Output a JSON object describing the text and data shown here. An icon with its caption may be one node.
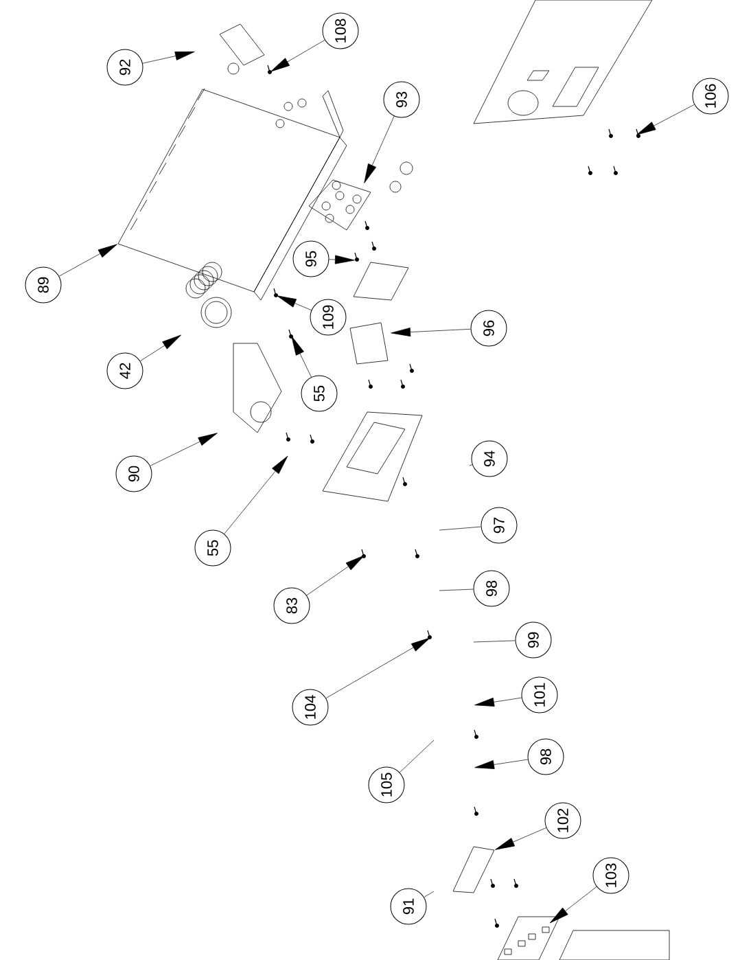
{
  "diagram": {
    "nodes": [
      {
        "text": [
          "92"
        ]
      },
      {
        "text": [
          "108"
        ]
      },
      {
        "text": [
          "89"
        ]
      },
      {
        "text": [
          "93"
        ]
      },
      {
        "text": [
          "95"
        ]
      },
      {
        "text": [
          "109"
        ]
      },
      {
        "text": [
          "42"
        ]
      },
      {
        "text": [
          "55"
        ]
      },
      {
        "text": [
          "90"
        ]
      },
      {
        "text": [
          "55"
        ]
      },
      {
        "text": [
          "83"
        ]
      },
      {
        "text": [
          "104"
        ]
      },
      {
        "text": [
          "105"
        ]
      },
      {
        "text": [
          "91"
        ]
      },
      {
        "text": [
          "103"
        ]
      },
      {
        "text": [
          "106"
        ]
      },
      {
        "text": [
          "96"
        ]
      },
      {
        "text": [
          "94"
        ]
      },
      {
        "text": [
          "97"
        ]
      },
      {
        "text": [
          "98"
        ]
      },
      {
        "text": [
          "99"
        ]
      },
      {
        "text": [
          "101"
        ]
      },
      {
        "text": [
          "98"
        ]
      },
      {
        "text": [
          "102"
        ]
      }
    ],
    "edges": [
      {
        "from": 0,
        "to": null,
        "arrow": "to"
      },
      {
        "from": 1,
        "to": null,
        "arrow": "to"
      },
      {
        "from": 2,
        "to": null,
        "arrow": "to"
      },
      {
        "from": 3,
        "to": null,
        "arrow": "to"
      },
      {
        "from": 4,
        "to": null,
        "arrow": "to"
      },
      {
        "from": 5,
        "to": null,
        "arrow": "to"
      },
      {
        "from": 6,
        "to": null,
        "arrow": "to"
      },
      {
        "from": 7,
        "to": null,
        "arrow": "to"
      },
      {
        "from": 8,
        "to": null,
        "arrow": "to"
      },
      {
        "from": 9,
        "to": null,
        "arrow": "to"
      },
      {
        "from": 10,
        "to": null,
        "arrow": "to"
      },
      {
        "from": 11,
        "to": null,
        "arrow": "to"
      },
      {
        "from": 12,
        "to": null,
        "arrow": "none"
      },
      {
        "from": 13,
        "to": null,
        "arrow": "none"
      },
      {
        "from": 14,
        "to": null,
        "arrow": "to"
      },
      {
        "from": 15,
        "to": null,
        "arrow": "to"
      },
      {
        "from": 16,
        "to": null,
        "arrow": "to"
      },
      {
        "from": 17,
        "to": null,
        "arrow": "none"
      },
      {
        "from": 18,
        "to": null,
        "arrow": "none"
      },
      {
        "from": 19,
        "to": null,
        "arrow": "none"
      },
      {
        "from": 20,
        "to": null,
        "arrow": "none"
      },
      {
        "from": 21,
        "to": null,
        "arrow": "to"
      },
      {
        "from": 22,
        "to": null,
        "arrow": "to"
      },
      {
        "from": 23,
        "to": null,
        "arrow": "to"
      }
    ]
  }
}
